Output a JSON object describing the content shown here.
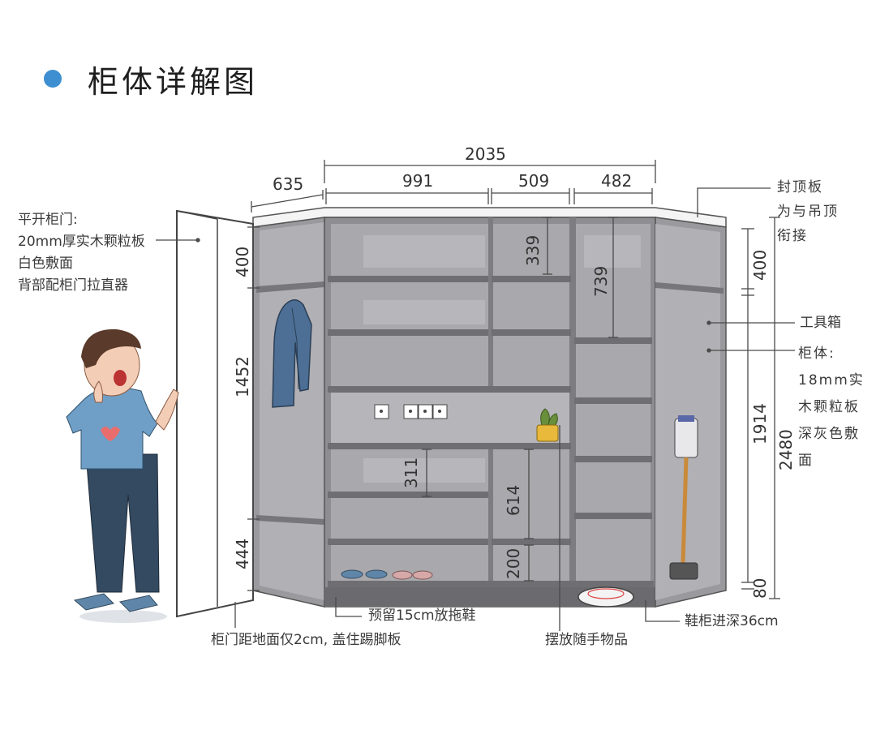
{
  "title": "柜体详解图",
  "colors": {
    "accent": "#3d8fd1",
    "cabinet_body": "#8b8a8e",
    "cabinet_interior": "#a8a7ab",
    "door_white": "#ffffff",
    "line": "#4a4a4a"
  },
  "dimensions": {
    "total_width": "2035",
    "left_depth": "635",
    "section_1": "991",
    "section_2": "509",
    "section_3": "482",
    "left_top": "400",
    "left_middle": "1452",
    "left_bottom": "444",
    "inner_339": "339",
    "inner_739": "739",
    "inner_311": "311",
    "inner_614": "614",
    "inner_200": "200",
    "right_top": "400",
    "right_middle": "1914",
    "right_total": "2480",
    "right_bottom": "80"
  },
  "annotations": {
    "door": [
      "平开柜门:",
      "20mm厚实木颗粒板",
      "白色敷面",
      "背部配柜门拉直器"
    ],
    "top_board": [
      "封顶板",
      "为与吊顶",
      "衔接"
    ],
    "toolbox": "工具箱",
    "body": [
      "柜体:",
      "18mm实",
      "木颗粒板",
      "深灰色敷",
      "面"
    ],
    "door_gap": "柜门距地面仅2cm, 盖住踢脚板",
    "slipper_space": "预留15cm放拖鞋",
    "items_space": "摆放随手物品",
    "depth": "鞋柜进深36cm"
  },
  "illustrations": [
    "person-icon",
    "coat-icon",
    "socket-icon",
    "plant-icon",
    "slippers-icon",
    "vacuum-icon",
    "robot-vacuum-icon"
  ]
}
